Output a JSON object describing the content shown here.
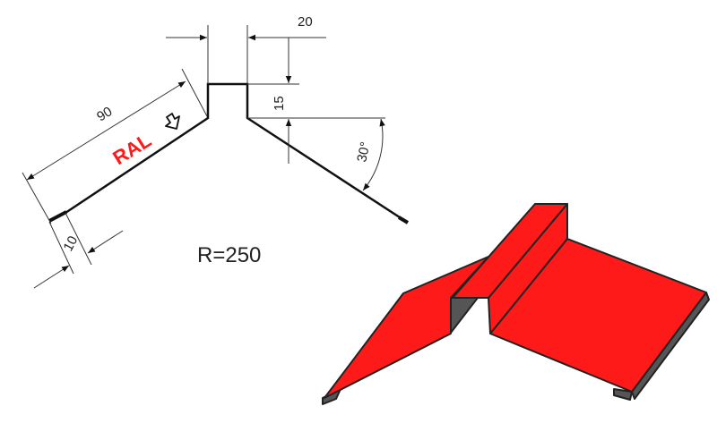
{
  "drawing": {
    "dimensions": {
      "flange_length": "90",
      "lip": "10",
      "ridge_width": "20",
      "ridge_height": "15",
      "angle": "30°"
    },
    "coating_label": "RAL",
    "radius_label": "R=250"
  },
  "colors": {
    "coating": "#ff1a1a",
    "shadow": "#555555",
    "line": "#111111"
  }
}
